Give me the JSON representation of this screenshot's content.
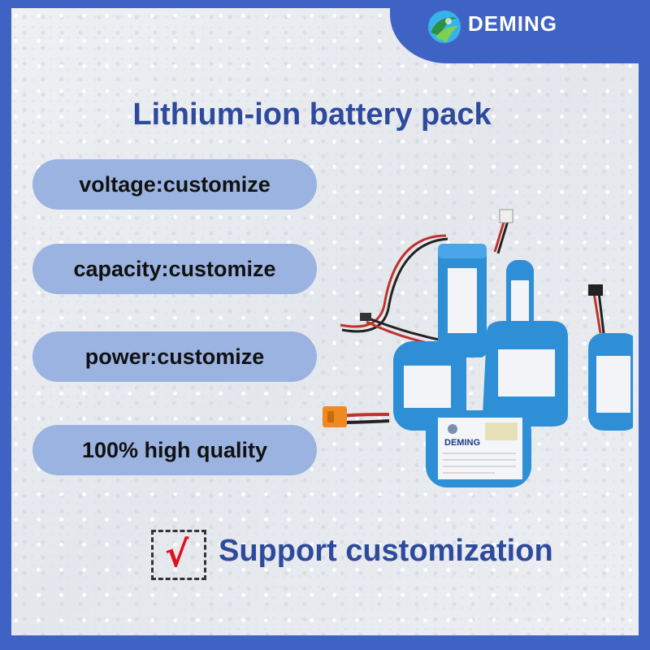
{
  "brand": {
    "name": "DEMING"
  },
  "title": "Lithium-ion battery pack",
  "features": [
    "voltage:customize",
    "capacity:customize",
    "power:customize",
    "100% high quality"
  ],
  "footer": {
    "check_symbol": "√",
    "text": "Support customization"
  },
  "product": {
    "label_brand": "DEMING"
  },
  "colors": {
    "frame": "#3f63c4",
    "title": "#2d4a9c",
    "pill": "#9bb3e1",
    "check": "#e01020"
  }
}
